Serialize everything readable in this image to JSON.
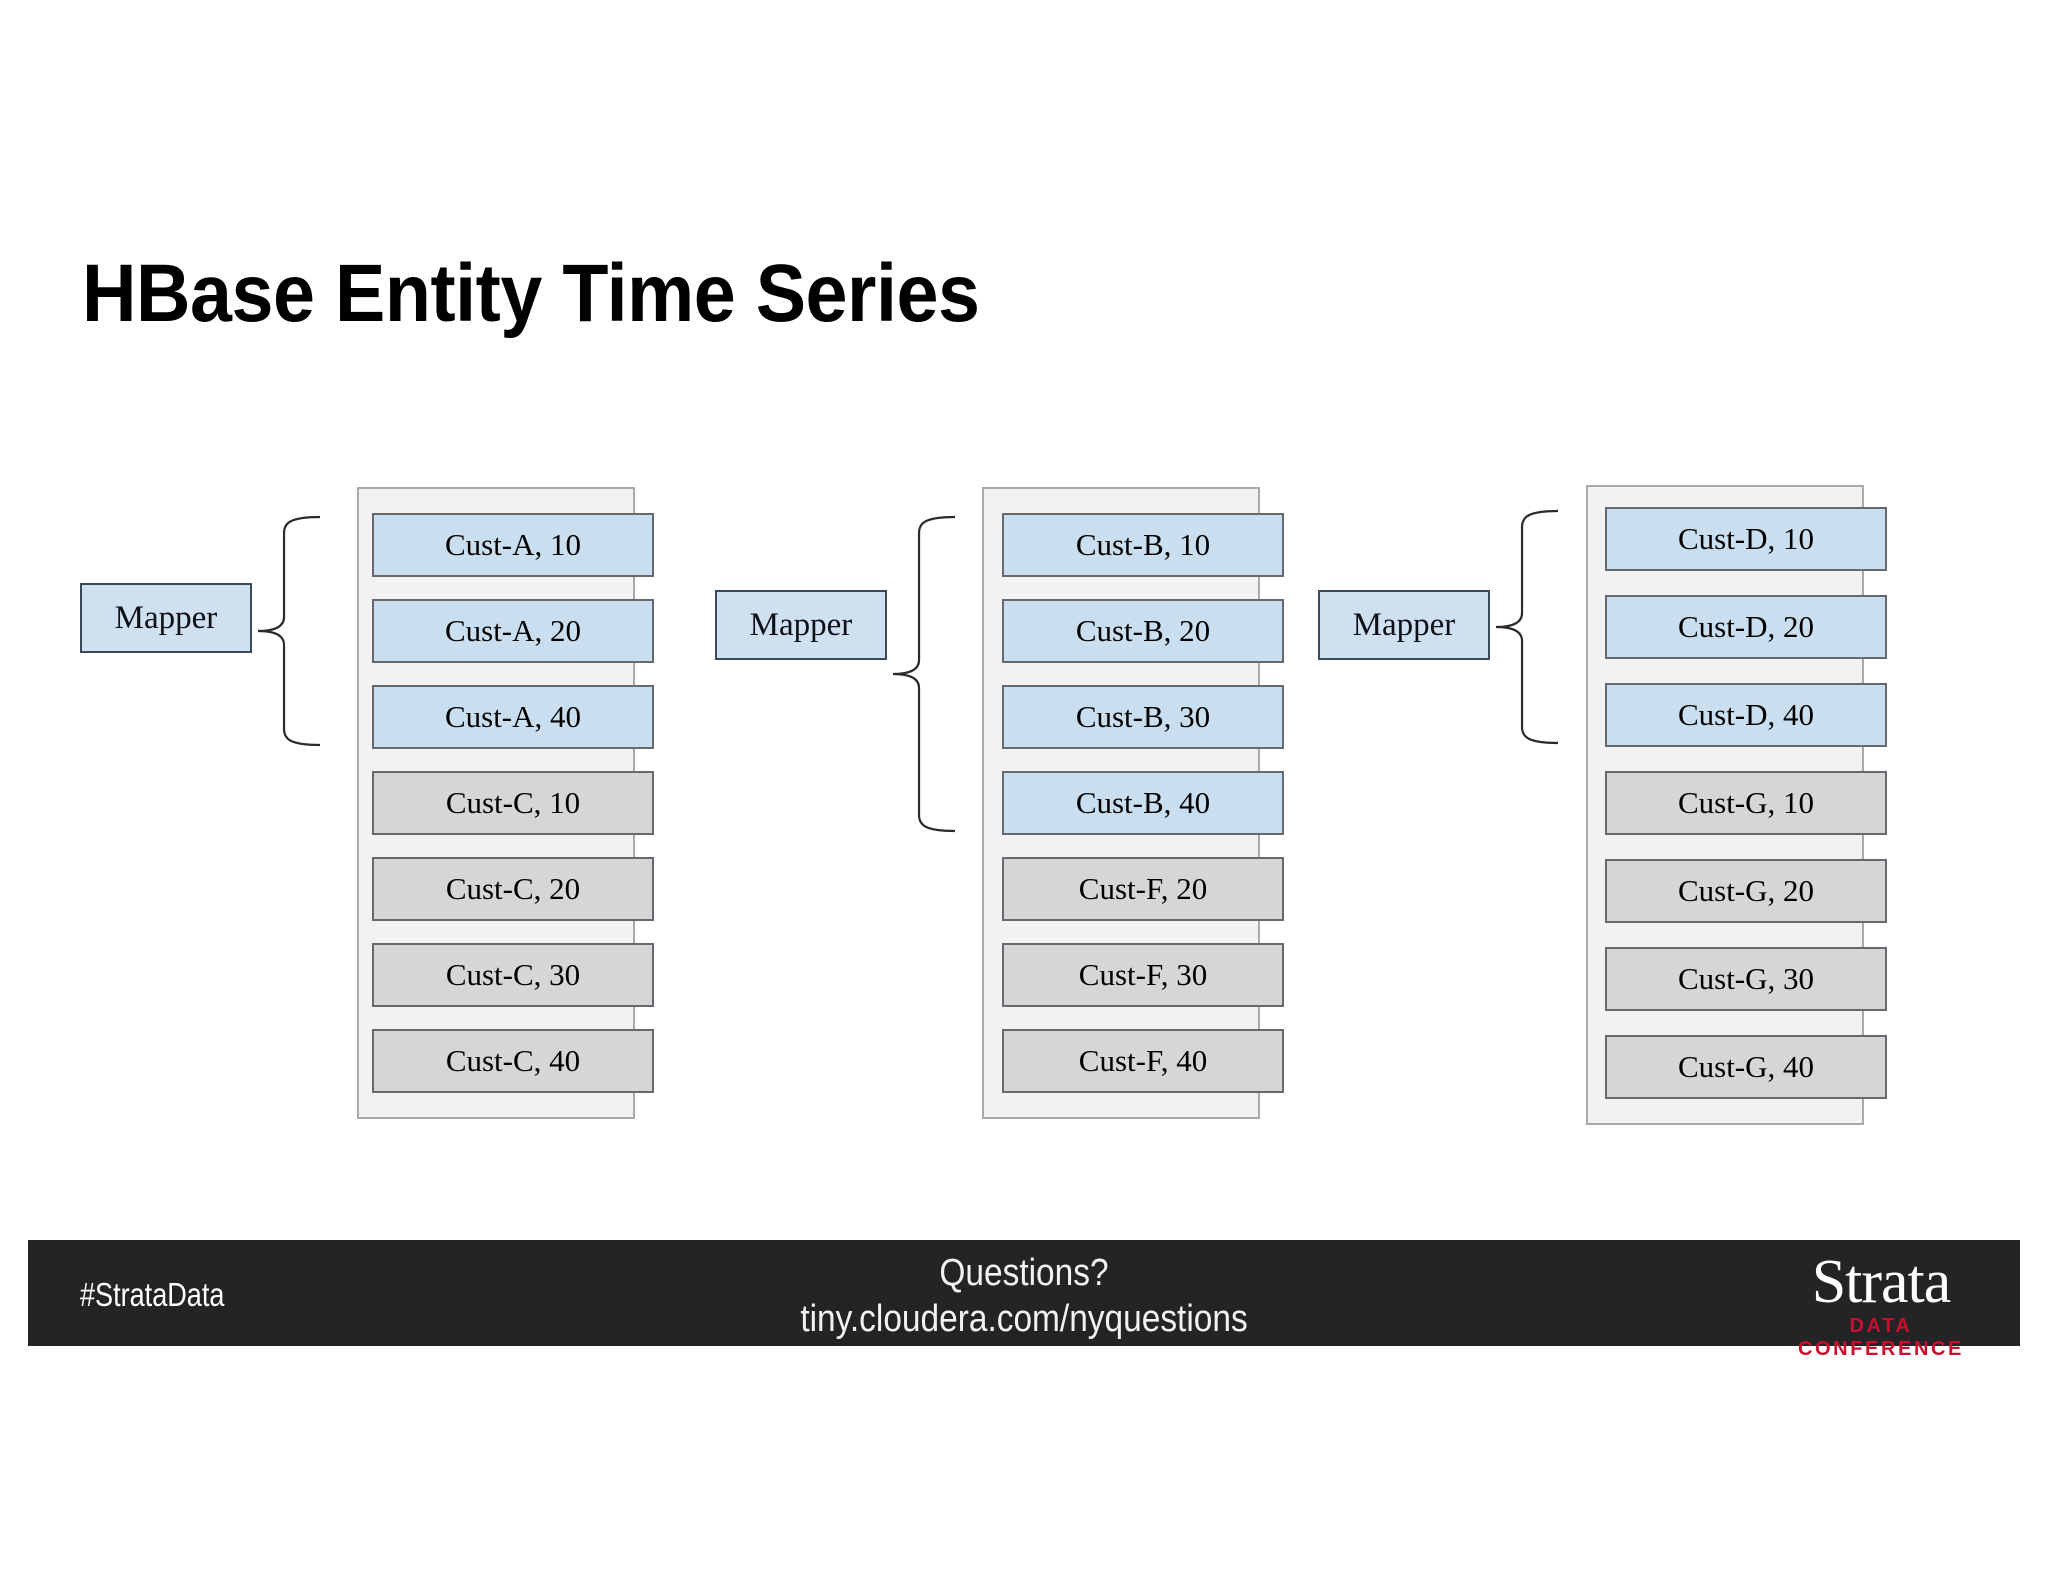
{
  "slide": {
    "title": "HBase Entity Time Series"
  },
  "diagram": {
    "mapper_label": "Mapper",
    "groups": [
      {
        "id": "group-1",
        "mapper": "Mapper",
        "brace_rows": 3,
        "cells": [
          {
            "label": "Cust-A, 10",
            "color": "blue"
          },
          {
            "label": "Cust-A, 20",
            "color": "blue"
          },
          {
            "label": "Cust-A, 40",
            "color": "blue"
          },
          {
            "label": "Cust-C, 10",
            "color": "gray"
          },
          {
            "label": "Cust-C, 20",
            "color": "gray"
          },
          {
            "label": "Cust-C, 30",
            "color": "gray"
          },
          {
            "label": "Cust-C, 40",
            "color": "gray"
          }
        ]
      },
      {
        "id": "group-2",
        "mapper": "Mapper",
        "brace_rows": 4,
        "cells": [
          {
            "label": "Cust-B, 10",
            "color": "blue"
          },
          {
            "label": "Cust-B, 20",
            "color": "blue"
          },
          {
            "label": "Cust-B, 30",
            "color": "blue"
          },
          {
            "label": "Cust-B, 40",
            "color": "blue"
          },
          {
            "label": "Cust-F, 20",
            "color": "gray"
          },
          {
            "label": "Cust-F, 30",
            "color": "gray"
          },
          {
            "label": "Cust-F, 40",
            "color": "gray"
          }
        ]
      },
      {
        "id": "group-3",
        "mapper": "Mapper",
        "brace_rows": 3,
        "cells": [
          {
            "label": "Cust-D, 10",
            "color": "blue"
          },
          {
            "label": "Cust-D, 20",
            "color": "blue"
          },
          {
            "label": "Cust-D, 40",
            "color": "blue"
          },
          {
            "label": "Cust-G, 10",
            "color": "gray"
          },
          {
            "label": "Cust-G, 20",
            "color": "gray"
          },
          {
            "label": "Cust-G, 30",
            "color": "gray"
          },
          {
            "label": "Cust-G, 40",
            "color": "gray"
          }
        ]
      }
    ]
  },
  "footer": {
    "hashtag": "#StrataData",
    "question_line": "Questions?",
    "url_line": "tiny.cloudera.com/nyquestions",
    "logo_word": "Strata",
    "logo_sub": "DATA CONFERENCE"
  },
  "colors": {
    "cell_blue": "#c9dff0",
    "cell_gray": "#d6d6d6",
    "panel_bg": "#f2f2f2",
    "footer_bg": "#242426",
    "accent_red": "#c8102e"
  }
}
